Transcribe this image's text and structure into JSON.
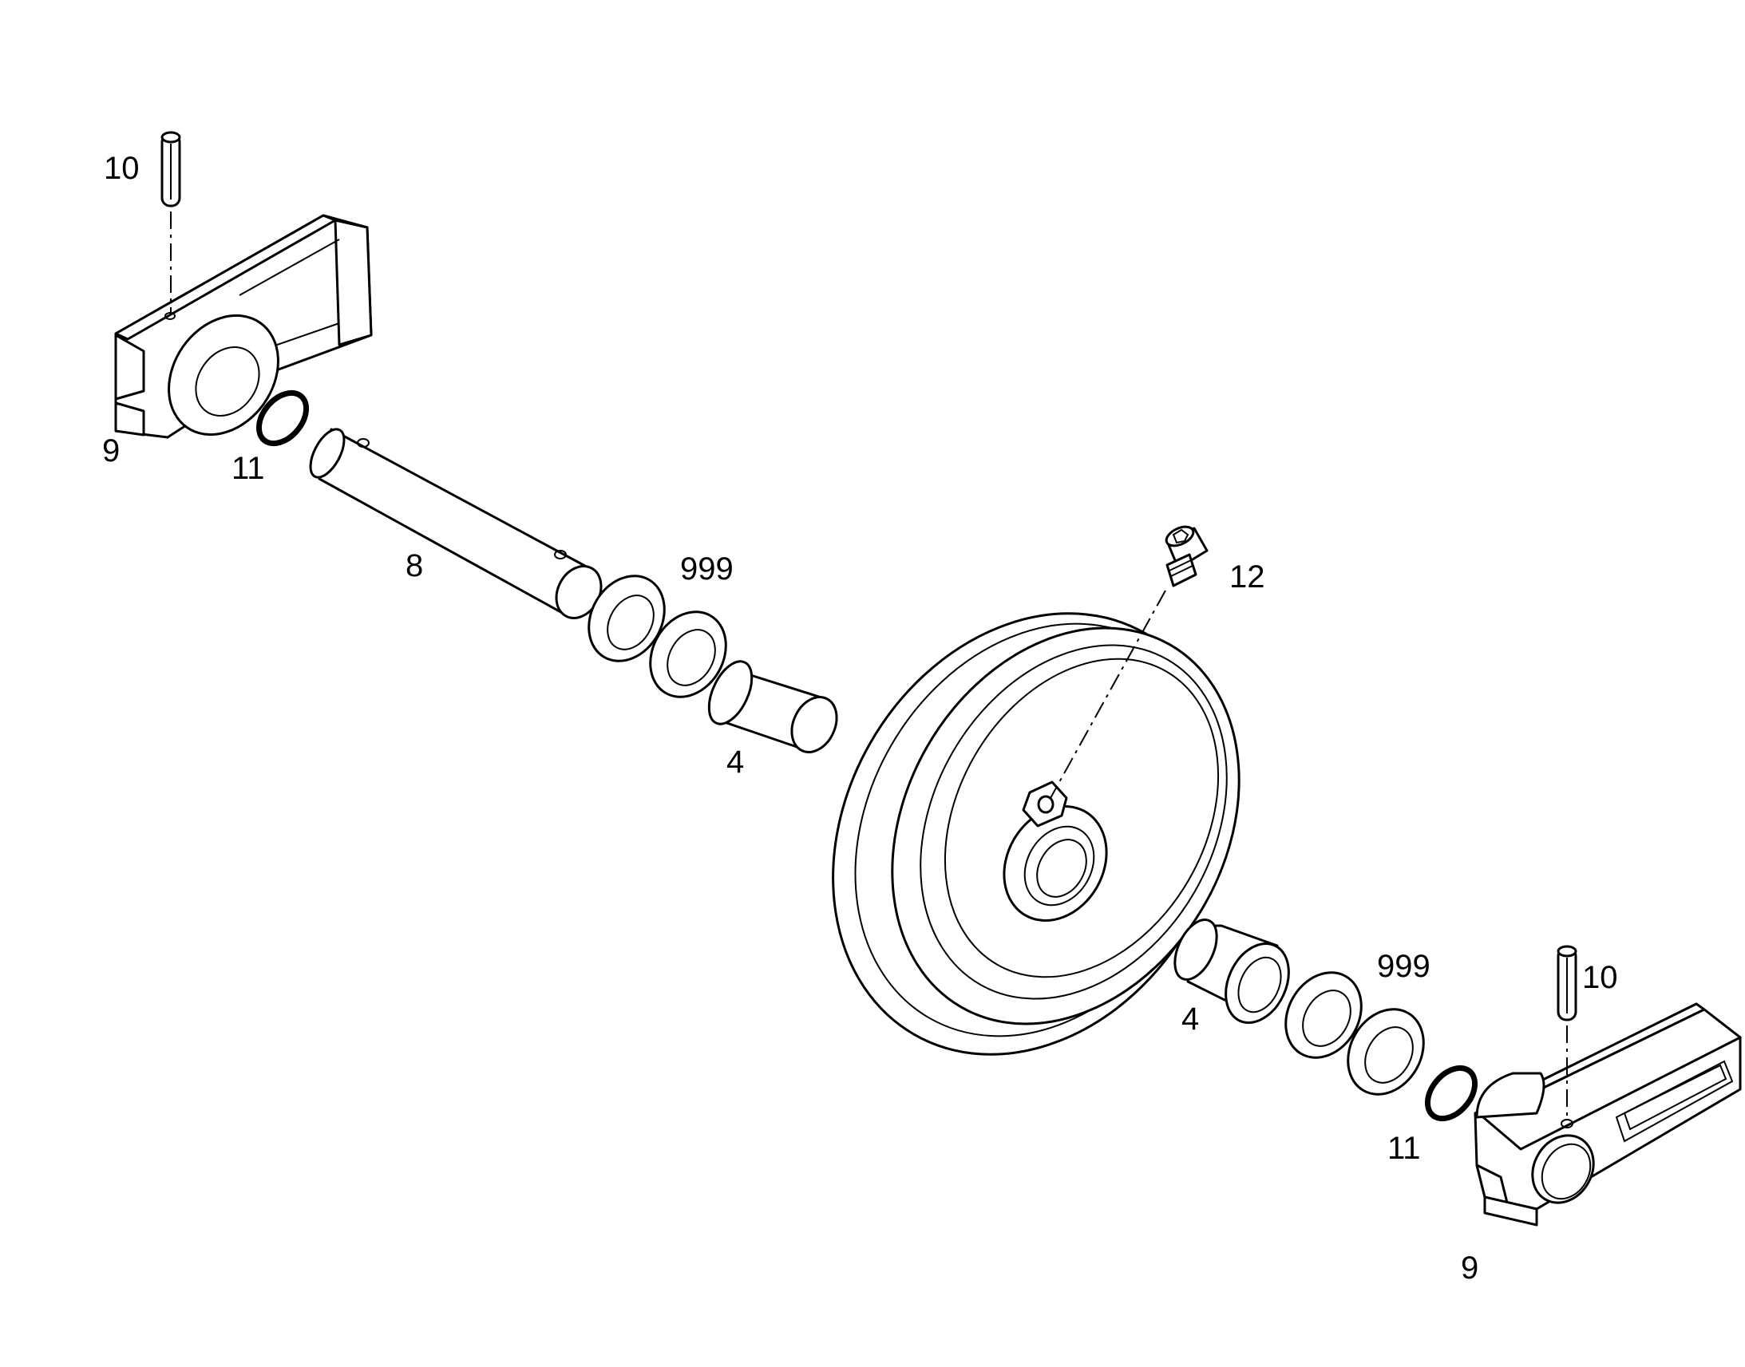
{
  "callouts": {
    "pin_top_left": "10",
    "bracket_left": "9",
    "oring_left": "11",
    "shaft": "8",
    "seal_left": "999",
    "bushing_left": "4",
    "screw": "12",
    "bushing_right": "4",
    "seal_right": "999",
    "pin_right": "10",
    "oring_right": "11",
    "bracket_right": "9"
  },
  "colors": {
    "line": "#000000",
    "background": "#ffffff"
  }
}
